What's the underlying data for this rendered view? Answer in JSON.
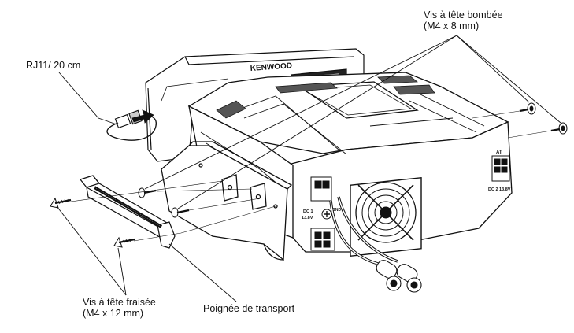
{
  "labels": {
    "rj11": "RJ11/ 20 cm",
    "dome_screw_line1": "Vis à tête bombée",
    "dome_screw_line2": "(M4 x 8 mm)",
    "countersunk_screw_line1": "Vis à tête fraisée",
    "countersunk_screw_line2": "(M4 x 12 mm)",
    "carry_handle": "Poignée de transport"
  },
  "device_markings": {
    "brand": "KENWOOD",
    "dc1": "DC 1",
    "dc1_voltage": "13.8V",
    "dc2": "DC 2 13.8V",
    "at": "AT",
    "gnd": "GND"
  },
  "colors": {
    "line": "#111111",
    "body_fill": "#ffffff",
    "shade": "#d9d9d9",
    "dark": "#1a1a1a"
  }
}
